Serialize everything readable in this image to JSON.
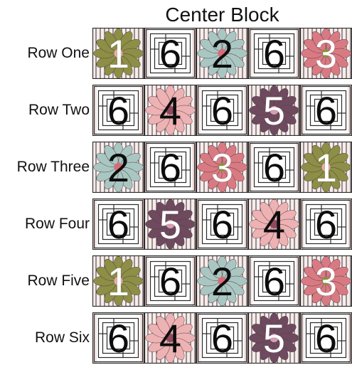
{
  "title": "Center Block",
  "colors": {
    "log_stroke": "#2a2a2a",
    "log_bg": "#ffffff",
    "stripe_bg": "#f8eceb",
    "stripe_line": "#1f1f1f",
    "pink_wash": "#f6e4e2",
    "number_light": "#ffffff",
    "number_dark": "#0d0d0d"
  },
  "flower_colors": {
    "1": {
      "petal": "#8c8f45",
      "center": "#e8b0b0"
    },
    "2": {
      "petal": "#a9c7c2",
      "center": "#d96b78"
    },
    "3": {
      "petal": "#d97a83",
      "center": "#8c8f45"
    },
    "4": {
      "petal": "#edb2b3",
      "center": "#8e4a5e"
    },
    "5": {
      "petal": "#6e4a5e",
      "center": "#d8a0b2"
    }
  },
  "rows": [
    {
      "label": "Row One",
      "blocks": [
        "1",
        "6",
        "2",
        "6",
        "3"
      ]
    },
    {
      "label": "Row Two",
      "blocks": [
        "6",
        "4",
        "6",
        "5",
        "6"
      ]
    },
    {
      "label": "Row Three",
      "blocks": [
        "2",
        "6",
        "3",
        "6",
        "1"
      ]
    },
    {
      "label": "Row Four",
      "blocks": [
        "6",
        "5",
        "6",
        "4",
        "6"
      ]
    },
    {
      "label": "Row Five",
      "blocks": [
        "1",
        "6",
        "2",
        "6",
        "3"
      ]
    },
    {
      "label": "Row Six",
      "blocks": [
        "6",
        "4",
        "6",
        "5",
        "6"
      ]
    }
  ]
}
